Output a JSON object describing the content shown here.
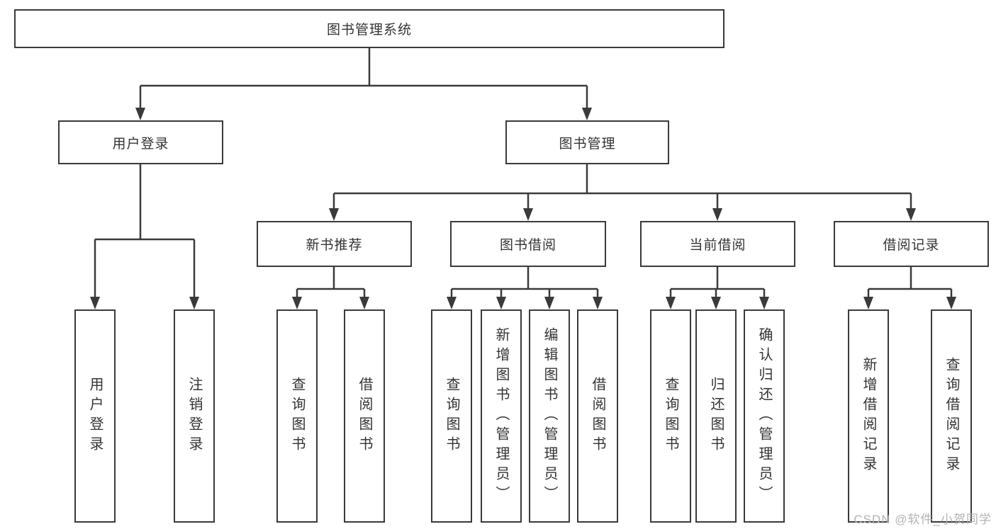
{
  "diagram": {
    "root_label": "图书管理系统",
    "branches": [
      {
        "label": "用户登录",
        "leaves": [
          "用户登录",
          "注销登录"
        ]
      },
      {
        "label": "图书管理",
        "subbranches": [
          {
            "label": "新书推荐",
            "leaves": [
              "查询图书",
              "借阅图书"
            ]
          },
          {
            "label": "图书借阅",
            "leaves": [
              "查询图书",
              "新增图书（管理员）",
              "编辑图书（管理员）",
              "借阅图书"
            ]
          },
          {
            "label": "当前借阅",
            "leaves": [
              "查询图书",
              "归还图书",
              "确认归还（管理员）"
            ]
          },
          {
            "label": "借阅记录",
            "leaves": [
              "新增借阅记录",
              "查询借阅记录"
            ]
          }
        ]
      }
    ],
    "watermark": "CSDN @软件_小贺同学",
    "colors": {
      "line": "#3a3a3a",
      "text": "#333333",
      "watermark": "#b3b3b3",
      "background": "#ffffff"
    }
  }
}
